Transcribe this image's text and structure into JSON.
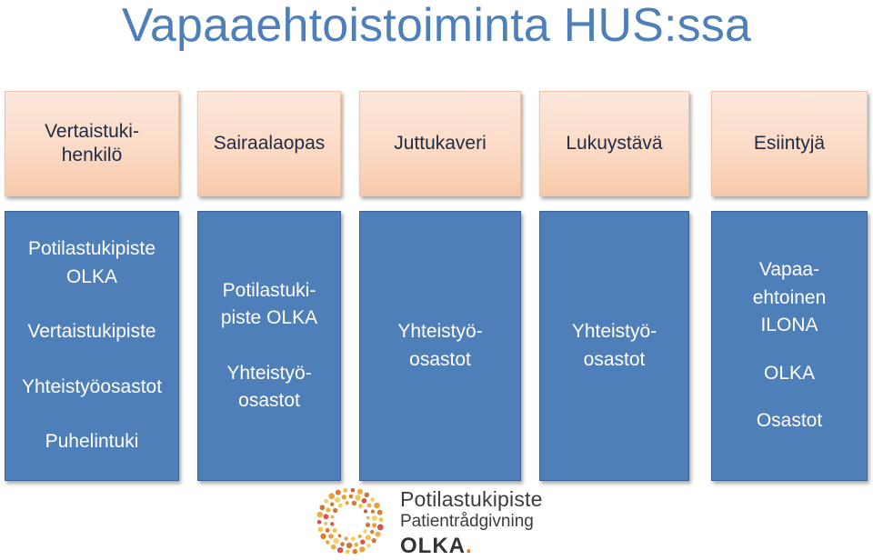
{
  "title": "Vapaaehtoistoiminta HUS:ssa",
  "roles": [
    "Vertaistuki-\nhenkilö",
    "Sairaalaopas",
    "Juttukaveri",
    "Lukuystävä",
    "Esiintyjä"
  ],
  "places": [
    [
      "Potilastukipiste\nOLKA",
      "Vertaistukipiste",
      "Yhteistyöosastot",
      "Puhelintuki"
    ],
    [
      "Potilastuki-\npiste OLKA",
      "Yhteistyö-\nosastot"
    ],
    [
      "Yhteistyö-\nosastot"
    ],
    [
      "Yhteistyö-\nosastot"
    ],
    [
      "Vapaa-\nehtoinen\nILONA",
      "OLKA",
      "Osastot"
    ]
  ],
  "logo": {
    "line1": "Potilastukipiste",
    "line2": "Patientrådgivning",
    "line3": "OLKA",
    "line3_dot": "."
  },
  "colors": {
    "title": "#4f7fb9",
    "top_box": "#fbd9c4",
    "bottom_box": "#4f7fb9"
  }
}
